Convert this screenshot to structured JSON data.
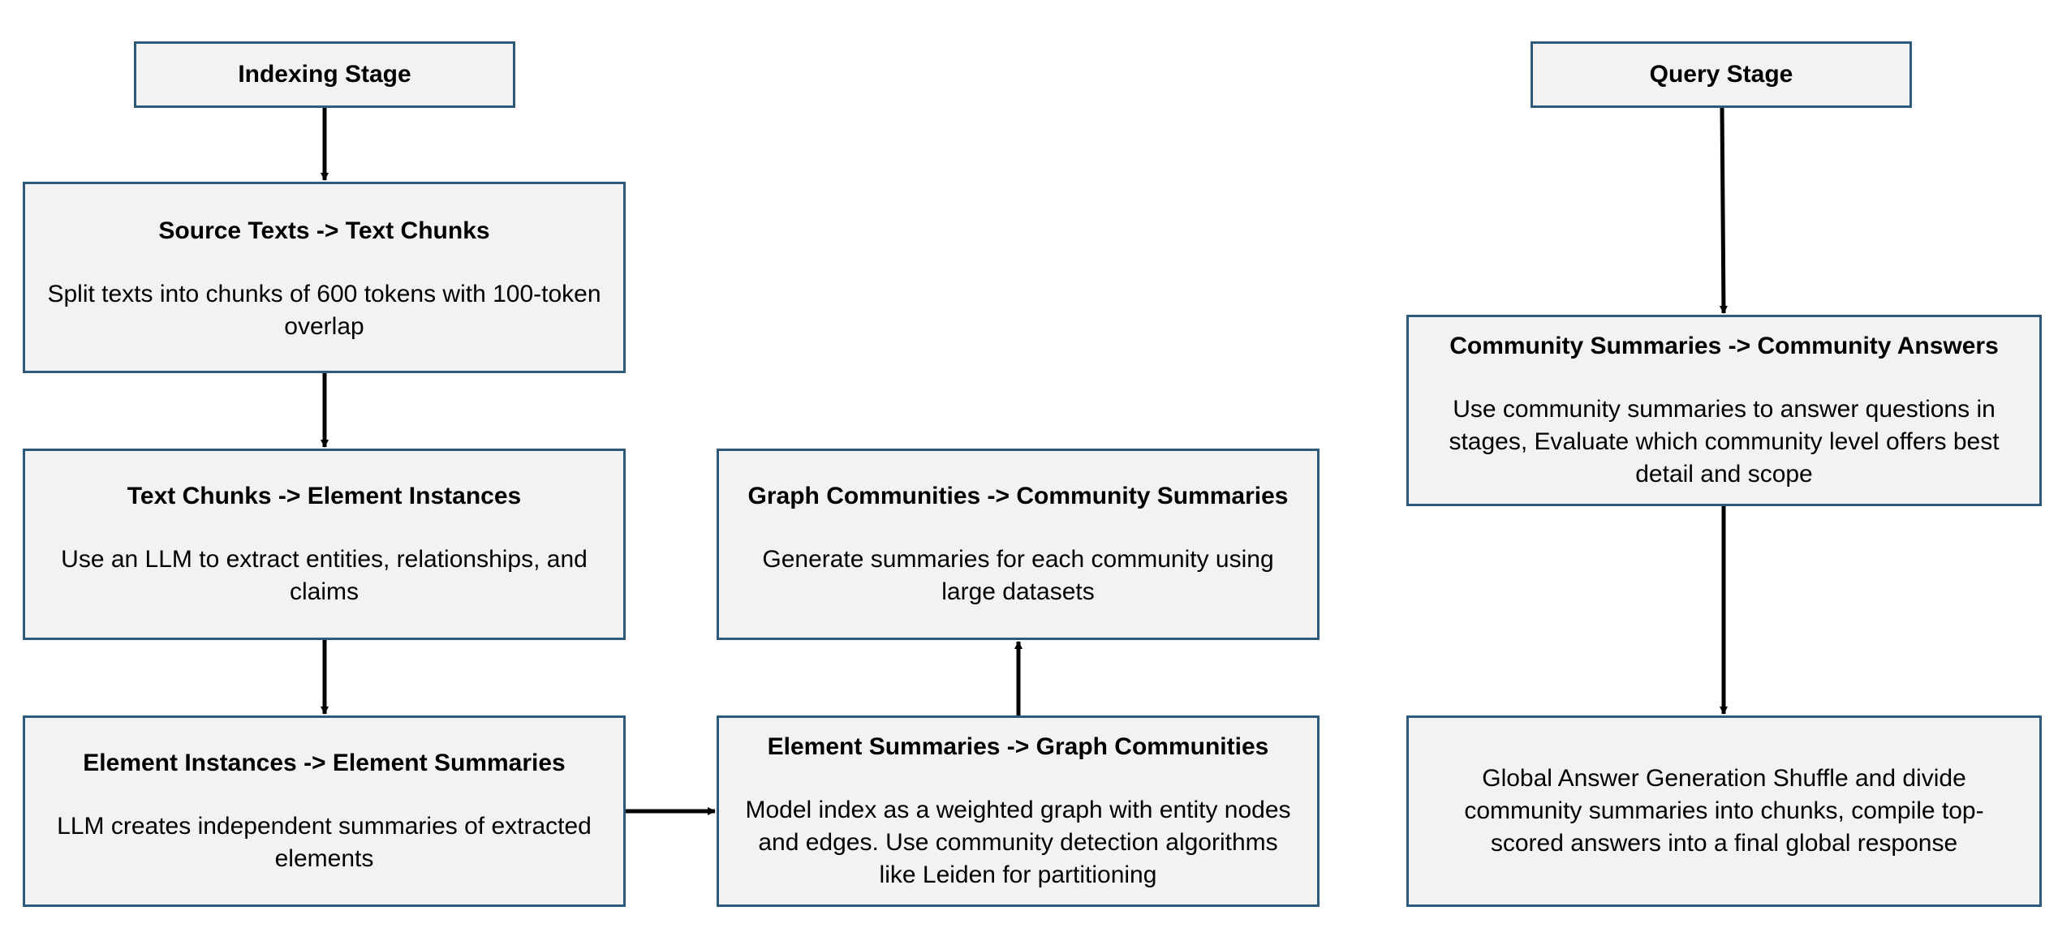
{
  "indexing": {
    "stage_label": "Indexing Stage",
    "steps": [
      {
        "title": "Source Texts -> Text Chunks",
        "desc": "Split texts into chunks of 600 tokens with 100-token overlap"
      },
      {
        "title": "Text Chunks -> Element Instances",
        "desc": "Use an LLM to extract entities, relationships, and claims"
      },
      {
        "title": "Element Instances -> Element Summaries",
        "desc": "LLM creates independent summaries of extracted elements"
      },
      {
        "title": "Element Summaries -> Graph Communities",
        "desc": "Model index as a weighted graph with entity nodes and edges. Use community detection algorithms like Leiden for partitioning"
      },
      {
        "title": "Graph Communities -> Community Summaries",
        "desc": "Generate summaries for each community using large datasets"
      }
    ]
  },
  "query": {
    "stage_label": "Query Stage",
    "steps": [
      {
        "title": "Community Summaries -> Community Answers",
        "desc": "Use community summaries to answer questions in stages, Evaluate which community level offers best detail and scope"
      },
      {
        "desc": "Global Answer Generation Shuffle and divide community summaries into chunks, compile top-scored answers into a final global response"
      }
    ]
  },
  "colors": {
    "box_fill": "#f2f2f2",
    "box_border": "#2e5a7a",
    "arrow": "#000000"
  }
}
